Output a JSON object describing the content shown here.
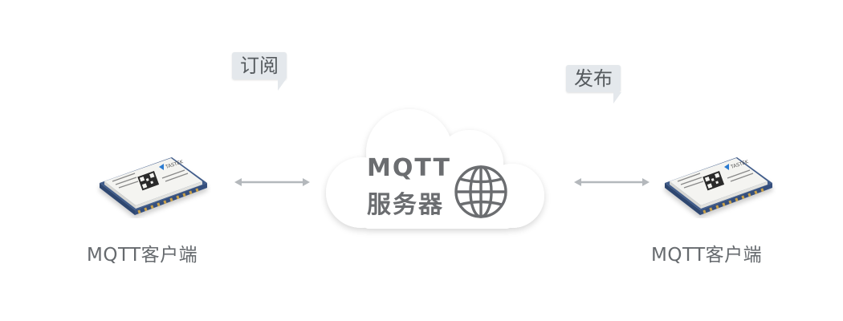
{
  "bubbles": {
    "subscribe": "订阅",
    "publish": "发布"
  },
  "server": {
    "line1": "MQTT",
    "line2": "服务器"
  },
  "clients": {
    "left_label": "MQTT客户端",
    "right_label": "MQTT客户端",
    "module_brand": "TASTEK"
  },
  "icons": {
    "server_icon": "globe-icon",
    "connection_icon": "double-arrow-icon"
  },
  "colors": {
    "bubble_bg": "#e4e8ec",
    "text": "#666a6e",
    "arrow": "#b4b8bc",
    "cloud_shadow": "#dfe1e3",
    "module_shield": "#f2f2ef",
    "module_pcb": "#3f5b8a",
    "module_pads": "#c9a14a"
  }
}
